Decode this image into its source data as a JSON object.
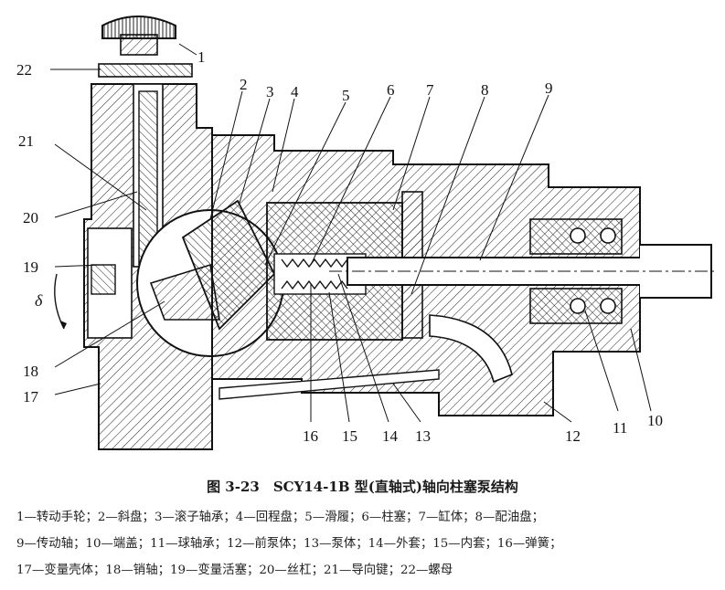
{
  "figure": {
    "angle_symbol": "δ",
    "callouts": [
      "1",
      "2",
      "3",
      "4",
      "5",
      "6",
      "7",
      "8",
      "9",
      "10",
      "11",
      "12",
      "13",
      "14",
      "15",
      "16",
      "17",
      "18",
      "19",
      "20",
      "21",
      "22"
    ]
  },
  "caption": "图 3-23　SCY14-1B 型(直轴式)轴向柱塞泵结构",
  "legend": {
    "lines": [
      "1—转动手轮；2—斜盘；3—滚子轴承；4—回程盘；5—滑履；6—柱塞；7—缸体；8—配油盘；",
      "9—传动轴；10—端盖；11—球轴承；12—前泵体；13—泵体；14—外套；15—内套；16—弹簧；",
      "17—变量壳体；18—销轴；19—变量活塞；20—丝杠；21—导向键；22—螺母"
    ]
  }
}
